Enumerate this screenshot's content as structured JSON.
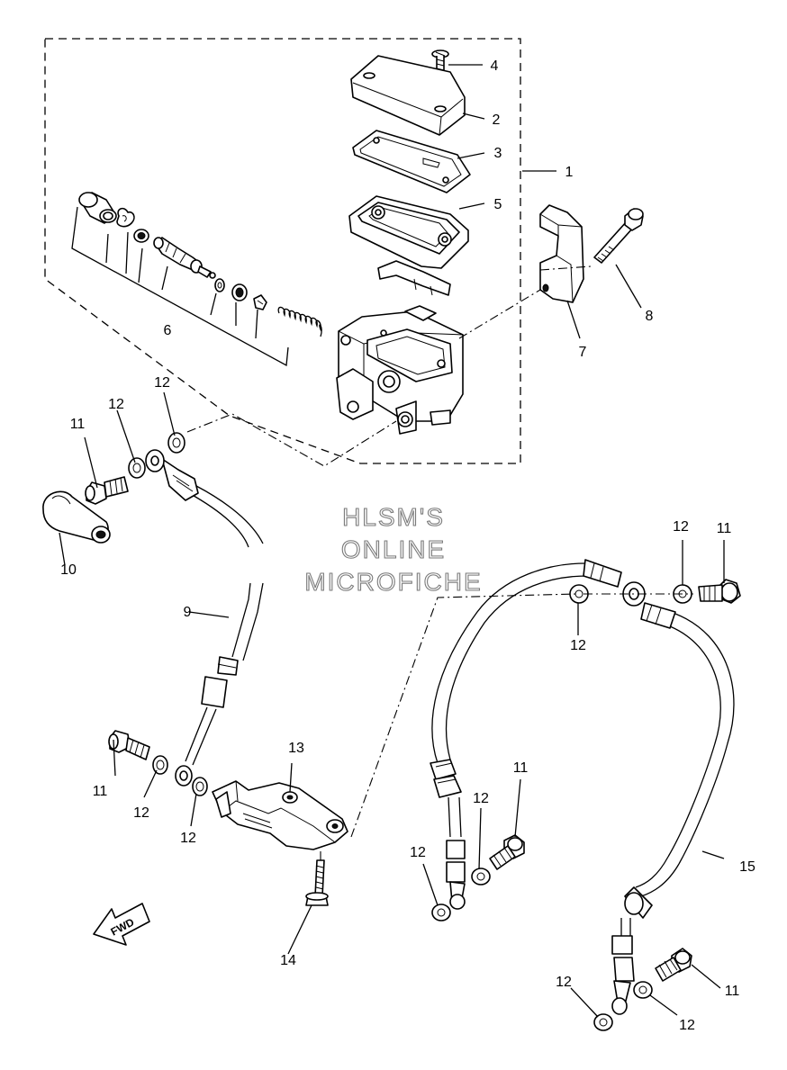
{
  "diagram": {
    "watermark_lines": [
      "HLSM'S",
      "ONLINE",
      "MICROFICHE"
    ],
    "fwd_label": "FWD",
    "callouts": {
      "c1": "1",
      "c2": "2",
      "c3": "3",
      "c4": "4",
      "c5": "5",
      "c6": "6",
      "c7": "7",
      "c8": "8",
      "c9": "9",
      "c10": "10",
      "c11a": "11",
      "c11b": "11",
      "c11c": "11",
      "c11d": "11",
      "c11e": "11",
      "c12a": "12",
      "c12b": "12",
      "c12c": "12",
      "c12d": "12",
      "c12e": "12",
      "c12f": "12",
      "c12g": "12",
      "c12h": "12",
      "c12i": "12",
      "c12j": "12",
      "c13": "13",
      "c14": "14",
      "c15": "15"
    }
  }
}
